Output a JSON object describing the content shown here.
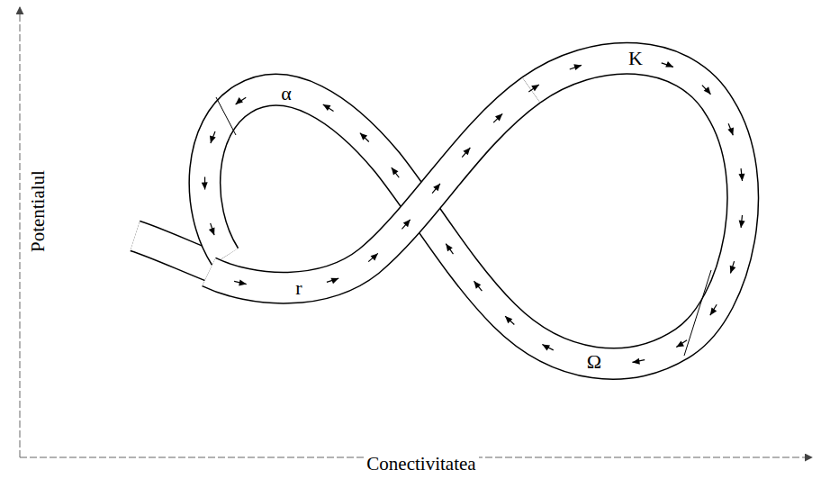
{
  "diagram": {
    "labels": [
      "α",
      "K",
      "r",
      "Ω",
      "Potentialul",
      "Conectivitatea"
    ]
  }
}
